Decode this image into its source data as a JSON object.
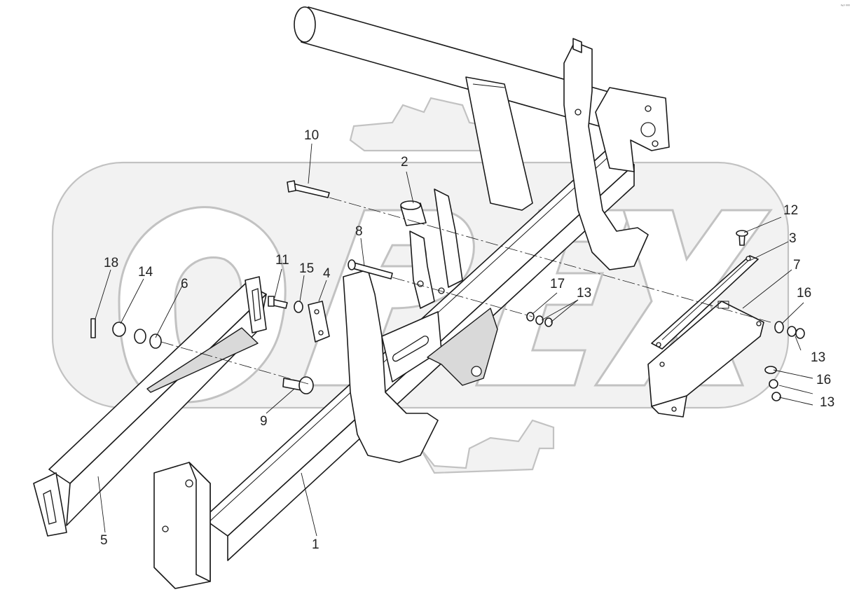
{
  "watermark": {
    "text": "OPEX",
    "color": "#c2c2c2"
  },
  "corner_mark": "⁰¹⁰ ⁰⁰⁰",
  "callouts": [
    {
      "number": "1",
      "part": "frame-beam"
    },
    {
      "number": "2",
      "part": "bushing"
    },
    {
      "number": "3",
      "part": "slotted-strip"
    },
    {
      "number": "4",
      "part": "plate"
    },
    {
      "number": "5",
      "part": "extension-bar"
    },
    {
      "number": "6",
      "part": "washer"
    },
    {
      "number": "7",
      "part": "mounting-plate"
    },
    {
      "number": "8",
      "part": "pin"
    },
    {
      "number": "9",
      "part": "stud-pin"
    },
    {
      "number": "10",
      "part": "long-bolt"
    },
    {
      "number": "11",
      "part": "bolt"
    },
    {
      "number": "12",
      "part": "screw"
    },
    {
      "number": "13",
      "part": "nut"
    },
    {
      "number": "14",
      "part": "nut"
    },
    {
      "number": "15",
      "part": "nut"
    },
    {
      "number": "16",
      "part": "washer"
    },
    {
      "number": "17",
      "part": "washer"
    },
    {
      "number": "18",
      "part": "cotter-pin"
    }
  ],
  "extra_labels": {
    "label_13_b": "13",
    "label_16_b": "16",
    "label_13_c": "13"
  }
}
